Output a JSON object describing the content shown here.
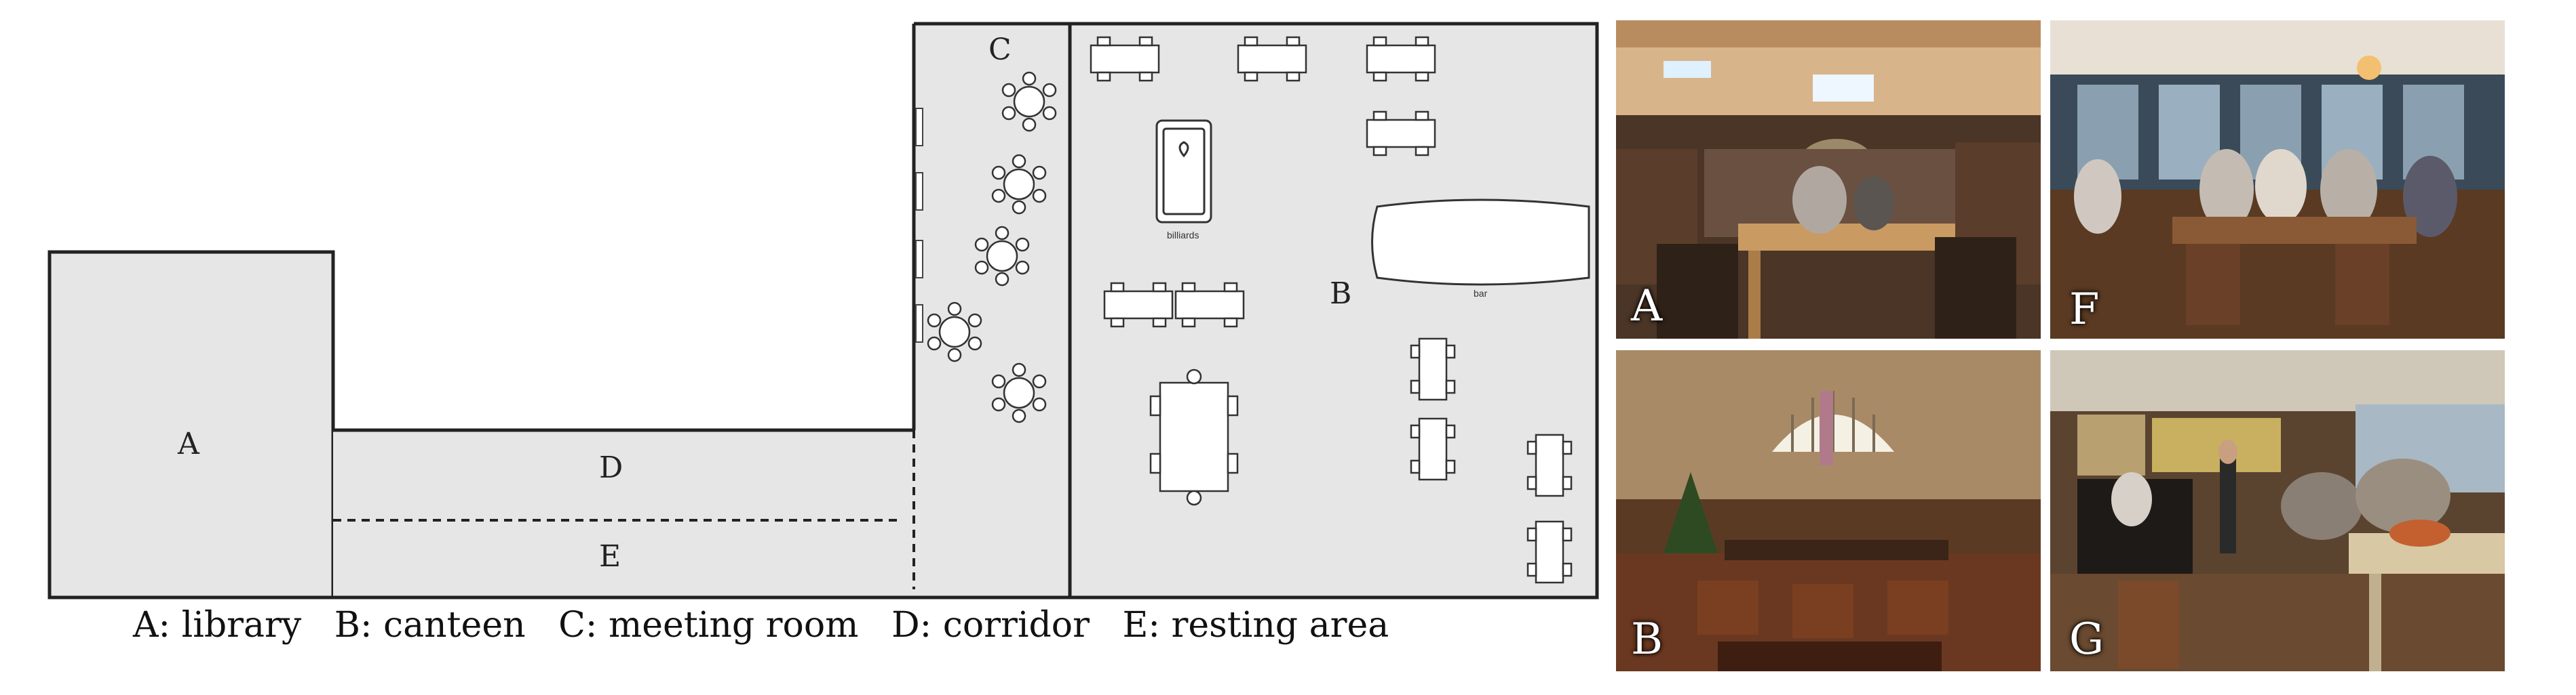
{
  "plan": {
    "rooms": {
      "A": "A",
      "B": "B",
      "C": "C",
      "D": "D",
      "E": "E"
    },
    "furniture_labels": {
      "billiards": "billiards",
      "bar": "bar"
    }
  },
  "legend": [
    "A: library",
    "B: canteen",
    "C: meeting room",
    "D: corridor",
    "E: resting area"
  ],
  "photos": {
    "A": "A",
    "B": "B",
    "F": "F",
    "G": "G"
  },
  "colors": {
    "floor": "#e6e6e6",
    "walls": "#222222",
    "photo_wood": "#7a4a2a",
    "photo_warm": "#c9a070"
  }
}
